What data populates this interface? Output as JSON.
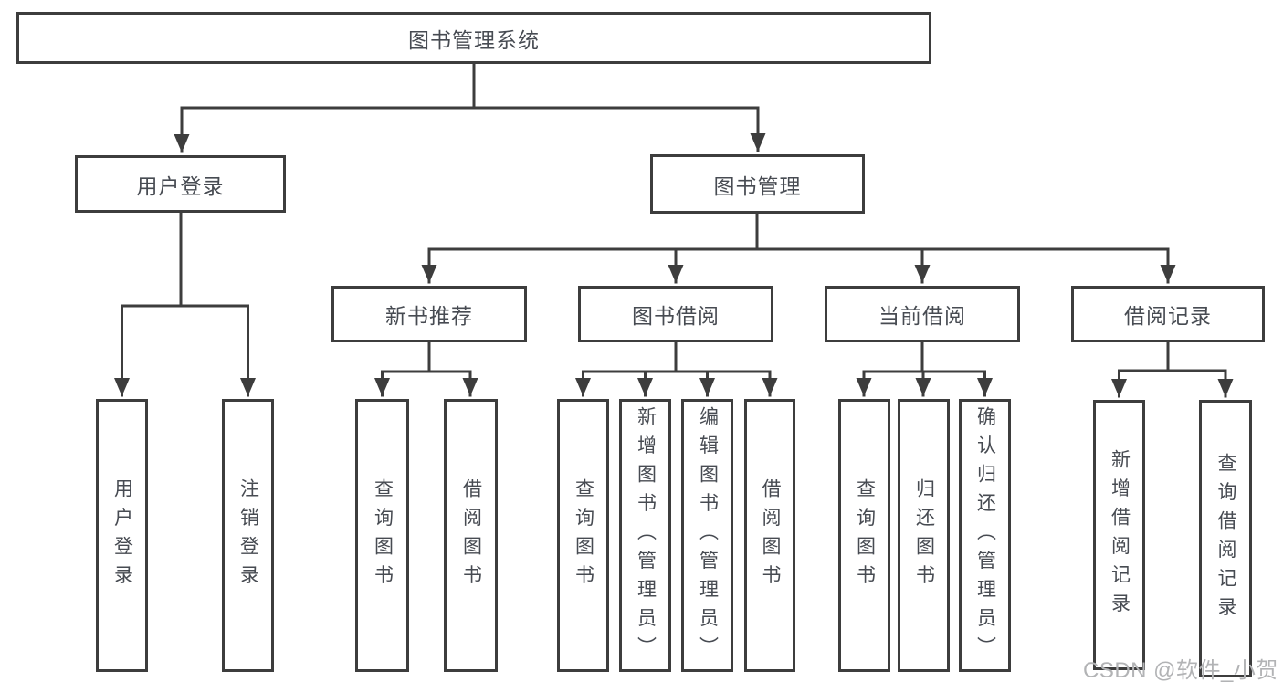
{
  "colors": {
    "line": "#3d3d3d",
    "node_border": "#3d3d3d",
    "node_text": "#474b52",
    "watermark_text": "#b2b3b5",
    "background": "#ffffff"
  },
  "watermark": {
    "text": "CSDN @软件_小贺同学"
  },
  "tree": {
    "label": "图书管理系统",
    "children": [
      {
        "label": "用户登录",
        "children": [
          {
            "label": "用户登录"
          },
          {
            "label": "注销登录"
          }
        ]
      },
      {
        "label": "图书管理",
        "children": [
          {
            "label": "新书推荐",
            "children": [
              {
                "label": "查询图书"
              },
              {
                "label": "借阅图书"
              }
            ]
          },
          {
            "label": "图书借阅",
            "children": [
              {
                "label": "查询图书"
              },
              {
                "label": "新增图书（管理员）"
              },
              {
                "label": "编辑图书（管理员）"
              },
              {
                "label": "借阅图书"
              }
            ]
          },
          {
            "label": "当前借阅",
            "children": [
              {
                "label": "查询图书"
              },
              {
                "label": "归还图书"
              },
              {
                "label": "确认归还（管理员）"
              }
            ]
          },
          {
            "label": "借阅记录",
            "children": [
              {
                "label": "新增借阅记录"
              },
              {
                "label": "查询借阅记录"
              }
            ]
          }
        ]
      }
    ]
  }
}
